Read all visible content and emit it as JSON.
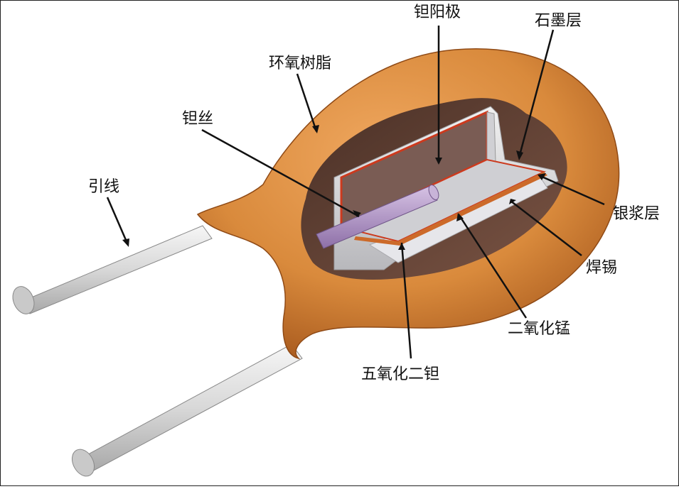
{
  "labels": {
    "tantalum_anode": "钽阳极",
    "graphite_layer": "石墨层",
    "epoxy_resin": "环氧树脂",
    "tantalum_wire": "钽丝",
    "lead_wire": "引线",
    "silver_paste_layer": "银浆层",
    "solder": "焊锡",
    "manganese_dioxide": "二氧化锰",
    "tantalum_pentoxide": "五氧化二钽"
  },
  "colors": {
    "epoxy": "#d98a3c",
    "epoxy_dark": "#a85a1e",
    "cavity": "#6b4a3d",
    "anode": "#7a5c54",
    "oxide": "#cc3a1e",
    "silver": "#d9d9dc",
    "wire": "#b7a0c8",
    "lead": "#e4e4e4"
  }
}
